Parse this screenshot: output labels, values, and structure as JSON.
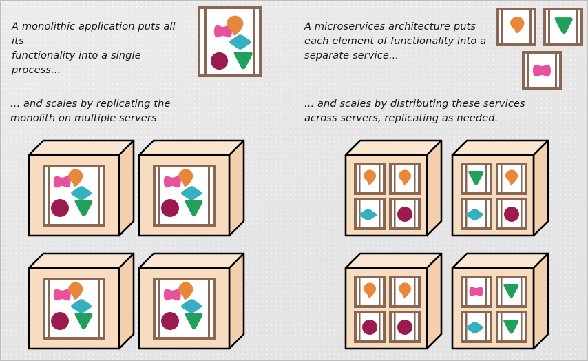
{
  "diagram": {
    "title": "Monolith versus Microservices scaling",
    "background_color": "#e8e8e8",
    "frame_color": "#bdbdbd",
    "palette": {
      "box_face": "#f8dcc0",
      "box_top": "#fbe6d2",
      "box_side": "#f3cfae",
      "box_outline": "#000000",
      "window_frame": "#8a6753",
      "window_glass": "#ffffff",
      "shape_orange": "#e8873a",
      "shape_pink": "#e8519b",
      "shape_cyan": "#35b0c0",
      "shape_magenta": "#9b1b50",
      "shape_green": "#20a05c"
    },
    "captions": [
      {
        "id": "monolith-intro",
        "text": "A monolithic application puts all its\nfunctionality into a single process..."
      },
      {
        "id": "microservices-intro",
        "text": "A microservices architecture puts\neach element of functionality into a\nseparate service..."
      },
      {
        "id": "monolith-scaling",
        "text": "... and scales by replicating the\nmonolith on multiple servers"
      },
      {
        "id": "microservices-scaling",
        "text": "... and scales by distributing these services\nacross servers, replicating as needed."
      }
    ],
    "shape_legend": [
      {
        "name": "blob",
        "icon": "orange-blob-icon",
        "color": "#e8873a"
      },
      {
        "name": "bowtie",
        "icon": "pink-bowtie-icon",
        "color": "#e8519b"
      },
      {
        "name": "diamond",
        "icon": "cyan-diamond-icon",
        "color": "#35b0c0"
      },
      {
        "name": "circle",
        "icon": "magenta-circle-icon",
        "color": "#9b1b50"
      },
      {
        "name": "triangle",
        "icon": "green-triangle-icon",
        "color": "#20a05c"
      }
    ],
    "monolith_window": {
      "id": "monolith-app-window",
      "shapes": [
        "bowtie",
        "blob",
        "diamond",
        "circle",
        "triangle"
      ]
    },
    "service_windows": [
      {
        "id": "service-window-blob",
        "shapes": [
          "blob"
        ]
      },
      {
        "id": "service-window-triangle",
        "shapes": [
          "triangle"
        ]
      },
      {
        "id": "service-window-bowtie",
        "shapes": [
          "bowtie"
        ]
      }
    ],
    "monolith_servers": [
      {
        "id": "monolith-server-1",
        "shapes": [
          "bowtie",
          "blob",
          "diamond",
          "circle",
          "triangle"
        ]
      },
      {
        "id": "monolith-server-2",
        "shapes": [
          "bowtie",
          "blob",
          "diamond",
          "circle",
          "triangle"
        ]
      },
      {
        "id": "monolith-server-3",
        "shapes": [
          "bowtie",
          "blob",
          "diamond",
          "circle",
          "triangle"
        ]
      },
      {
        "id": "monolith-server-4",
        "shapes": [
          "bowtie",
          "blob",
          "diamond",
          "circle",
          "triangle"
        ]
      }
    ],
    "microservice_servers": [
      {
        "id": "microservice-server-1",
        "cells": [
          "blob",
          "blob",
          "diamond",
          "circle"
        ]
      },
      {
        "id": "microservice-server-2",
        "cells": [
          "triangle",
          "blob",
          "diamond",
          "circle"
        ]
      },
      {
        "id": "microservice-server-3",
        "cells": [
          "blob",
          "blob",
          "circle",
          "circle"
        ]
      },
      {
        "id": "microservice-server-4",
        "cells": [
          "bowtie",
          "triangle",
          "diamond",
          "triangle"
        ]
      }
    ]
  }
}
